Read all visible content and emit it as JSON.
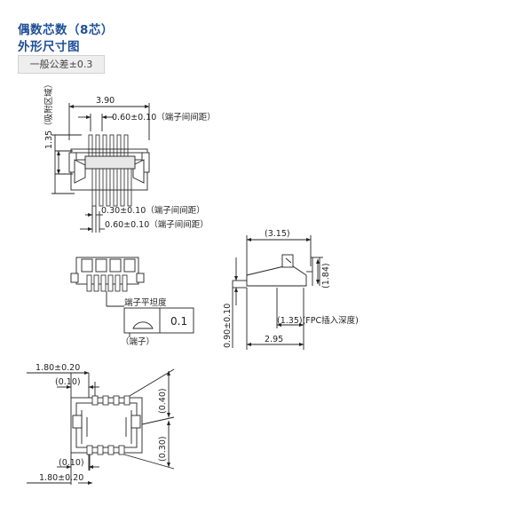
{
  "header": {
    "title_line1": "偶数芯数（8芯）",
    "title_line2": "外形尺寸图",
    "tolerance": "一般公差±0.3"
  },
  "top_view": {
    "width": "3.90",
    "pitch_top": "0.60±0.10（端子间间距）",
    "suction_area": "1.35（吸附区域）",
    "terminal_width": "0.30±0.10（端子间间距）",
    "pitch_bottom": "0.60±0.10（端子间间距）"
  },
  "side_view": {
    "length": "(3.15)",
    "height": "(1.84)",
    "fpc_depth": "(1.35)(FPC插入深度)",
    "total_length": "2.95",
    "profile_height": "0.90±0.10"
  },
  "flatness": {
    "label": "端子平坦度",
    "value": "0.1",
    "note": "（端子）"
  },
  "bottom_view": {
    "top_offset": "1.80±0.20",
    "top_small": "(0.10)",
    "right_top": "(0.40)",
    "right_bottom": "(0.30)",
    "bottom_small": "(0.10)",
    "bottom_offset": "1.80±0.20"
  }
}
